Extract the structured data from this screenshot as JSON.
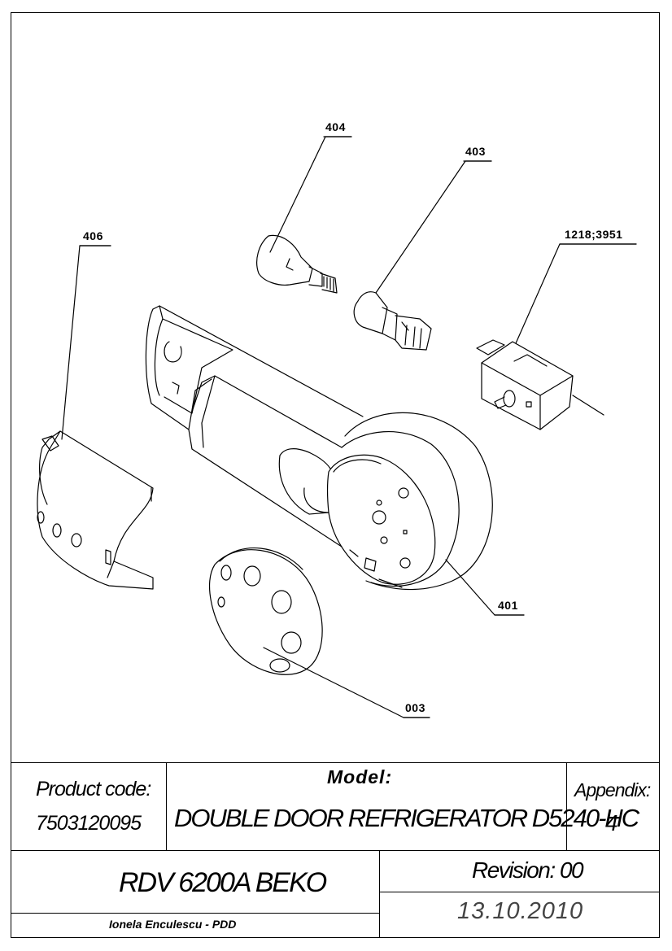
{
  "callouts": {
    "c404": "404",
    "c403": "403",
    "c1218": "1218;3951",
    "c406": "406",
    "c401": "401",
    "c003": "003"
  },
  "title_block": {
    "product_code_label": "Product code:",
    "product_code_value": "7503120095",
    "model_label": "Model:",
    "model_value": "DOUBLE DOOR REFRIGERATOR D5240-HC",
    "appendix_label": "Appendix:",
    "appendix_value": "4",
    "product_name": "RDV 6200A BEKO",
    "revision": "Revision: 00",
    "author": "Ionela Enculescu - PDD",
    "date": "13.10.2010"
  }
}
